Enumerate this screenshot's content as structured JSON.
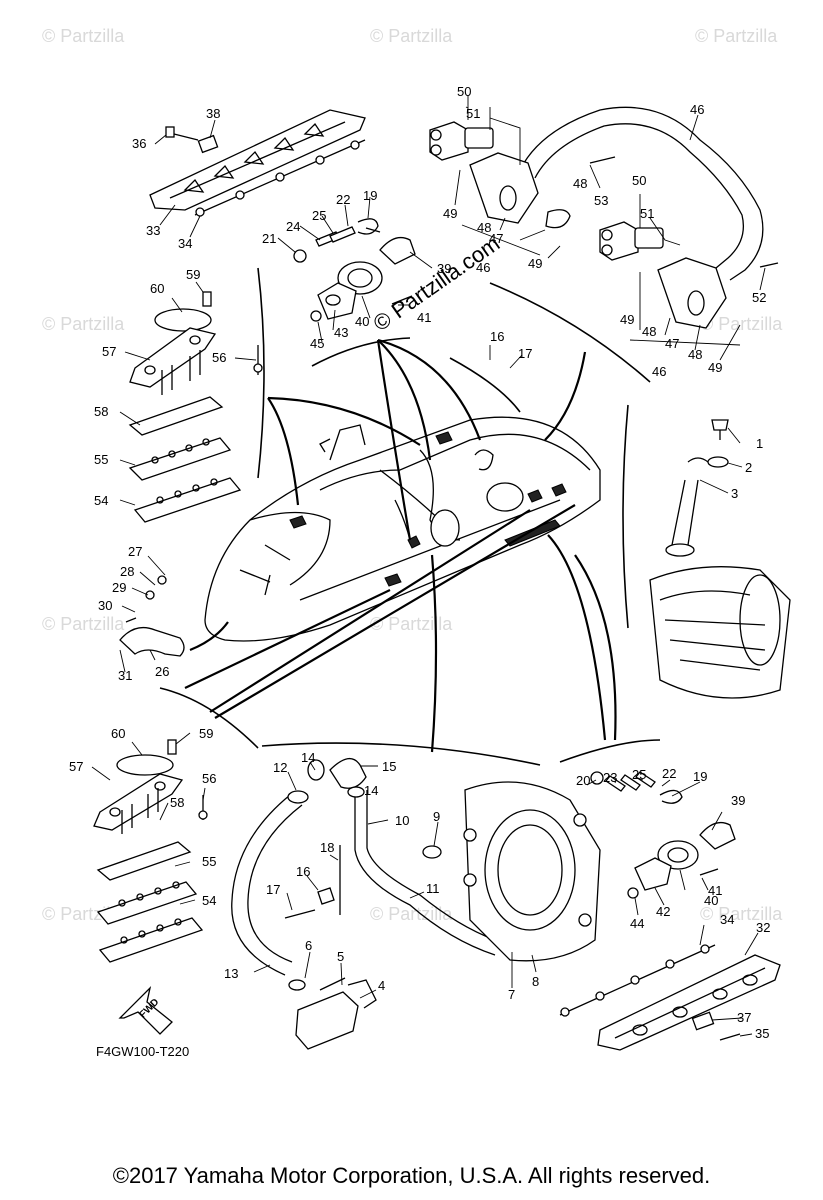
{
  "diagram": {
    "watermark": "© Partzilla",
    "center_watermark": "© Partzilla.com",
    "diagram_code": "F4GW100-T220",
    "fwd_label": "FWD",
    "copyright": "©2017  Yamaha Motor Corporation, U.S.A. All rights reserved.",
    "callouts": [
      "1",
      "2",
      "3",
      "4",
      "5",
      "6",
      "7",
      "8",
      "9",
      "10",
      "11",
      "12",
      "13",
      "14",
      "14",
      "15",
      "16",
      "16",
      "17",
      "17",
      "18",
      "19",
      "19",
      "20",
      "21",
      "22",
      "22",
      "23",
      "24",
      "25",
      "25",
      "26",
      "27",
      "28",
      "29",
      "30",
      "31",
      "32",
      "33",
      "34",
      "34",
      "35",
      "36",
      "37",
      "38",
      "39",
      "39",
      "40",
      "40",
      "41",
      "41",
      "42",
      "43",
      "44",
      "45",
      "46",
      "46",
      "46",
      "47",
      "47",
      "48",
      "48",
      "48",
      "48",
      "49",
      "49",
      "49",
      "49",
      "50",
      "50",
      "51",
      "51",
      "52",
      "53",
      "54",
      "54",
      "55",
      "55",
      "56",
      "56",
      "57",
      "57",
      "58",
      "58",
      "59",
      "59",
      "60",
      "60"
    ]
  }
}
